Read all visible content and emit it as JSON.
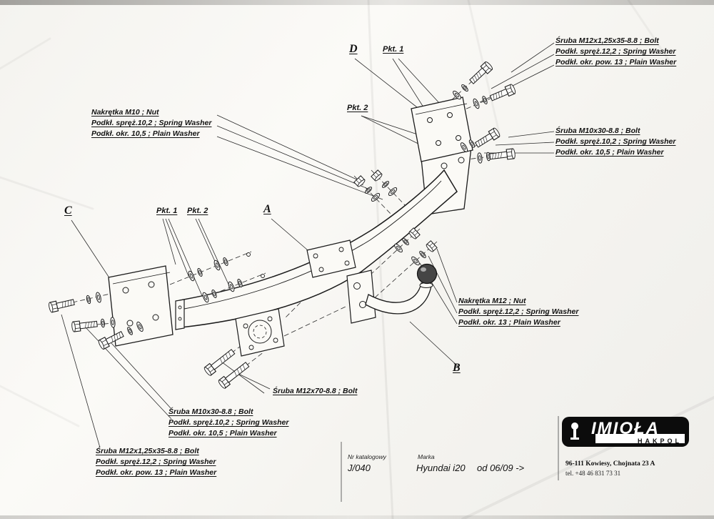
{
  "drawing": {
    "letters": {
      "a": "A",
      "b": "B",
      "c": "C",
      "d": "D"
    },
    "points": {
      "pkt1_top": "Pkt. 1",
      "pkt2_top": "Pkt. 2",
      "pkt1_left": "Pkt. 1",
      "pkt2_left": "Pkt. 2"
    },
    "callouts": {
      "bolt_m12_top": {
        "lines": [
          "Śruba M12x1,25x35-8.8 ;  Bolt",
          "Podkł. spręż.12,2 ;  Spring Washer",
          "Podkł. okr. pow. 13 ;  Plain Washer"
        ]
      },
      "bolt_m10_right": {
        "lines": [
          "Śruba M10x30-8.8 ;  Bolt",
          "Podkł. spręż.10,2 ;  Spring Washer",
          "Podkł. okr. 10,5 ;  Plain Washer"
        ]
      },
      "nut_m10": {
        "lines": [
          "Nakrętka  M10 ;  Nut",
          "Podkł. spręż.10,2 ;  Spring Washer",
          "Podkł. okr. 10,5 ;  Plain Washer"
        ]
      },
      "nut_m12": {
        "lines": [
          "Nakrętka  M12 ;  Nut",
          "Podkł. spręż.12,2 ;  Spring Washer",
          "Podkł. okr. 13 ;  Plain Washer"
        ]
      },
      "bolt_m12x70": {
        "lines": [
          "Śruba M12x70-8.8 ;  Bolt"
        ]
      },
      "bolt_m10_bottom": {
        "lines": [
          "Śruba M10x30-8.8 ;  Bolt",
          "Podkł. spręż.10,2 ;  Spring Washer",
          "Podkł. okr. 10,5 ;  Plain Washer"
        ]
      },
      "bolt_m12_bottom": {
        "lines": [
          "Śruba M12x1,25x35-8.8 ;  Bolt",
          "Podkł. spręż.12,2 ;  Spring Washer",
          "Podkł. okr. pow. 13 ;  Plain Washer"
        ]
      }
    }
  },
  "footer": {
    "catalog_label": "Nr katalogowy",
    "catalog_value": "J/040",
    "brand_label": "Marka",
    "brand_value": "Hyundai i20",
    "model_years": "od 06/09 ->"
  },
  "manufacturer": {
    "brand": "IMIOŁA",
    "division": "HAKPOL",
    "address": "96-111 Kowiesy, Chojnata 23 A",
    "phone": "tel. +48 46 831 73 31"
  }
}
